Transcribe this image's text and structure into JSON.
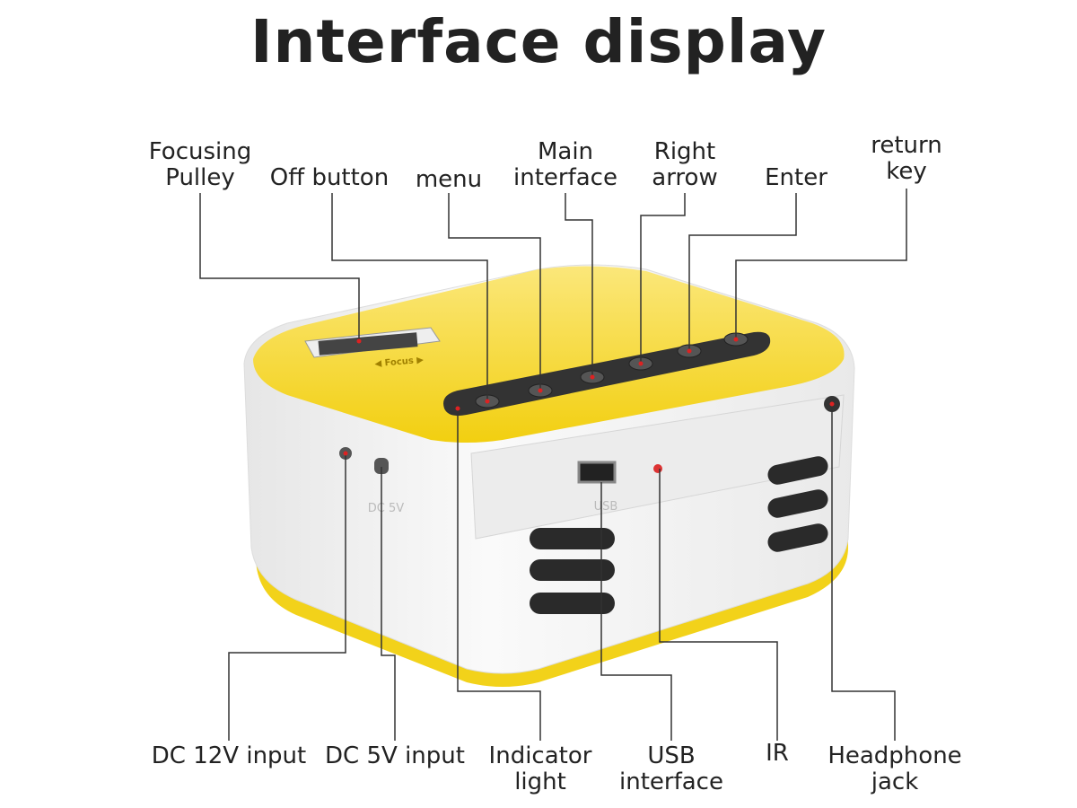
{
  "title": "Interface display",
  "top_labels": [
    {
      "id": "focusing-pulley",
      "text": "Focusing\nPulley"
    },
    {
      "id": "off-button",
      "text": "Off button"
    },
    {
      "id": "menu",
      "text": "menu"
    },
    {
      "id": "main-interface",
      "text": "Main\ninterface"
    },
    {
      "id": "right-arrow",
      "text": "Right\narrow"
    },
    {
      "id": "enter",
      "text": "Enter"
    },
    {
      "id": "return-key",
      "text": "return\nkey"
    }
  ],
  "bottom_labels": [
    {
      "id": "dc-12v-input",
      "text": "DC 12V input"
    },
    {
      "id": "dc-5v-input",
      "text": "DC 5V input"
    },
    {
      "id": "indicator-light",
      "text": "Indicator\nlight"
    },
    {
      "id": "usb-interface",
      "text": "USB\ninterface"
    },
    {
      "id": "ir",
      "text": "IR"
    },
    {
      "id": "headphone-jack",
      "text": "Headphone\njack"
    }
  ],
  "device_markings": {
    "focus": "◀ Focus ▶",
    "usb": "USB",
    "dc5v": "DC 5V"
  },
  "colors": {
    "yellow": "#f5d81c",
    "body": "#f2f2f2",
    "panel": "#3a3a3a",
    "line": "#333333"
  }
}
